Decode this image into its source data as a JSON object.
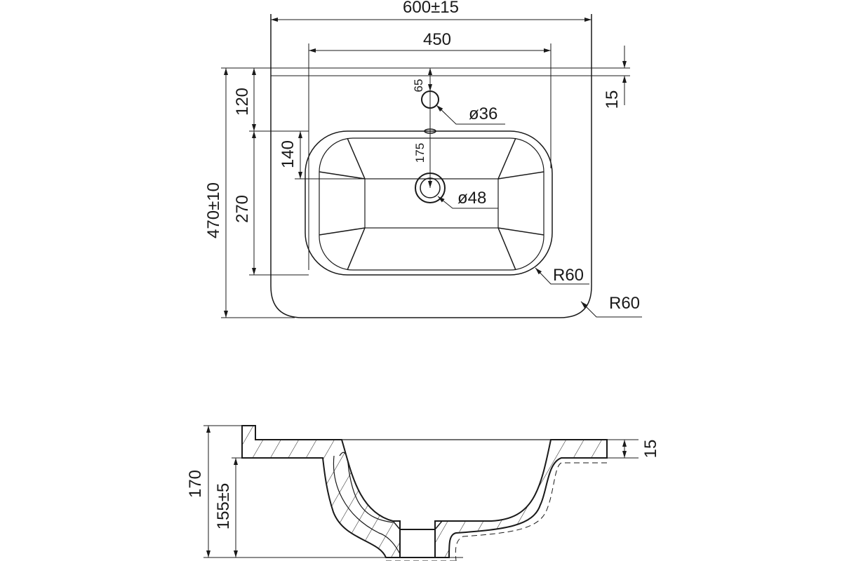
{
  "top_view": {
    "width_dim": "600±15",
    "basin_width_dim": "450",
    "depth_dim": "470±10",
    "rear_dim": "120",
    "basin_depth_dim": "270",
    "drain_offset_dim": "140",
    "overflow_offset_dim": "65",
    "drain_to_overflow_dim": "175",
    "thickness_dim": "15",
    "overflow_diameter": "ø36",
    "drain_diameter": "ø48",
    "basin_radius": "R60",
    "outer_radius": "R60"
  },
  "section_view": {
    "height_dim": "170",
    "mount_height_dim": "155±5",
    "thickness_dim": "15"
  },
  "colors": {
    "line": "#1a1a1a",
    "background": "#ffffff"
  }
}
